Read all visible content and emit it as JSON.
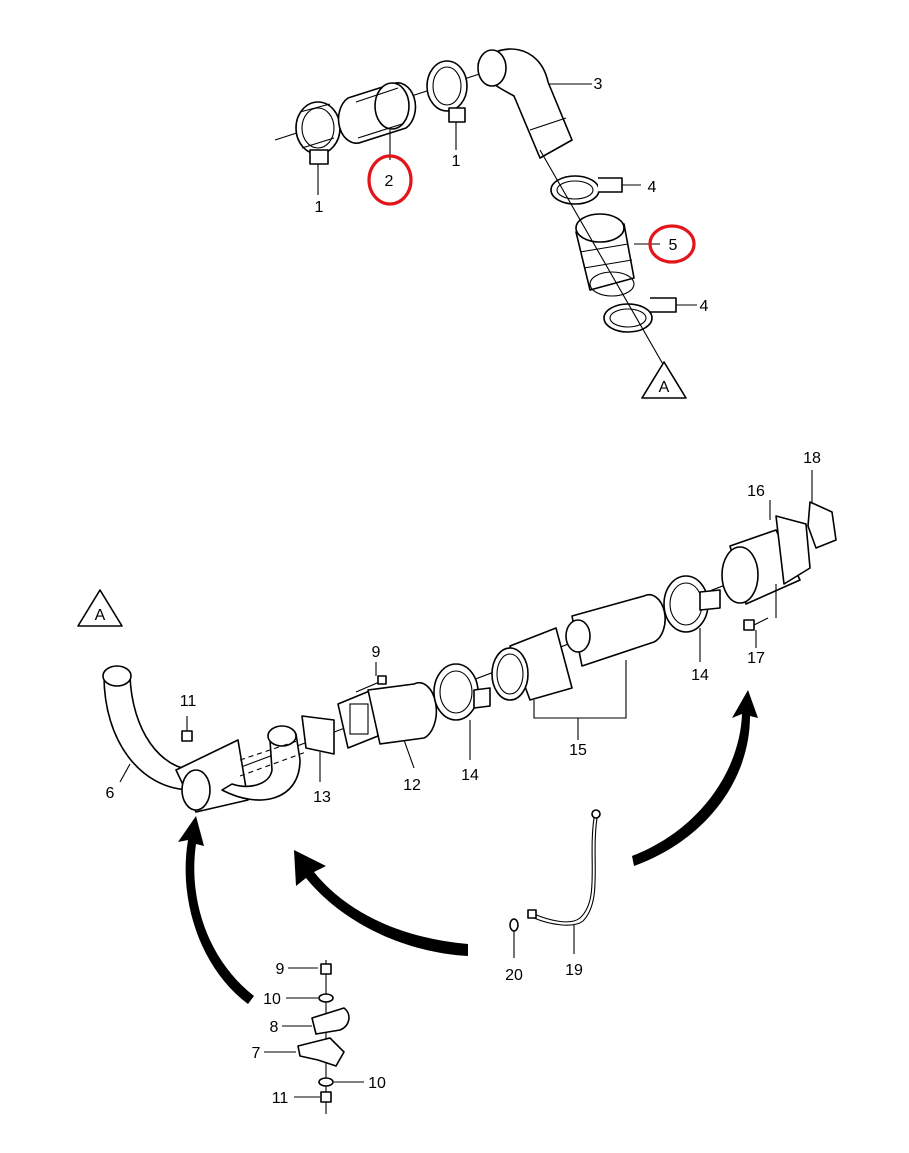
{
  "callouts": {
    "c1a": "1",
    "c1b": "1",
    "c2": "2",
    "c3": "3",
    "c4a": "4",
    "c4b": "4",
    "c5": "5",
    "cA_top": "A",
    "cA_bottom": "A",
    "c6": "6",
    "c7": "7",
    "c8": "8",
    "c9a": "9",
    "c9b": "9",
    "c10a": "10",
    "c10b": "10",
    "c11a": "11",
    "c11b": "11",
    "c12": "12",
    "c13": "13",
    "c14a": "14",
    "c14b": "14",
    "c15": "15",
    "c16": "16",
    "c17": "17",
    "c18": "18",
    "c19": "19",
    "c20": "20"
  },
  "highlighted_callouts": [
    "2",
    "5"
  ],
  "colors": {
    "line": "#000000",
    "highlight": "#e4141b",
    "background": "#ffffff"
  }
}
